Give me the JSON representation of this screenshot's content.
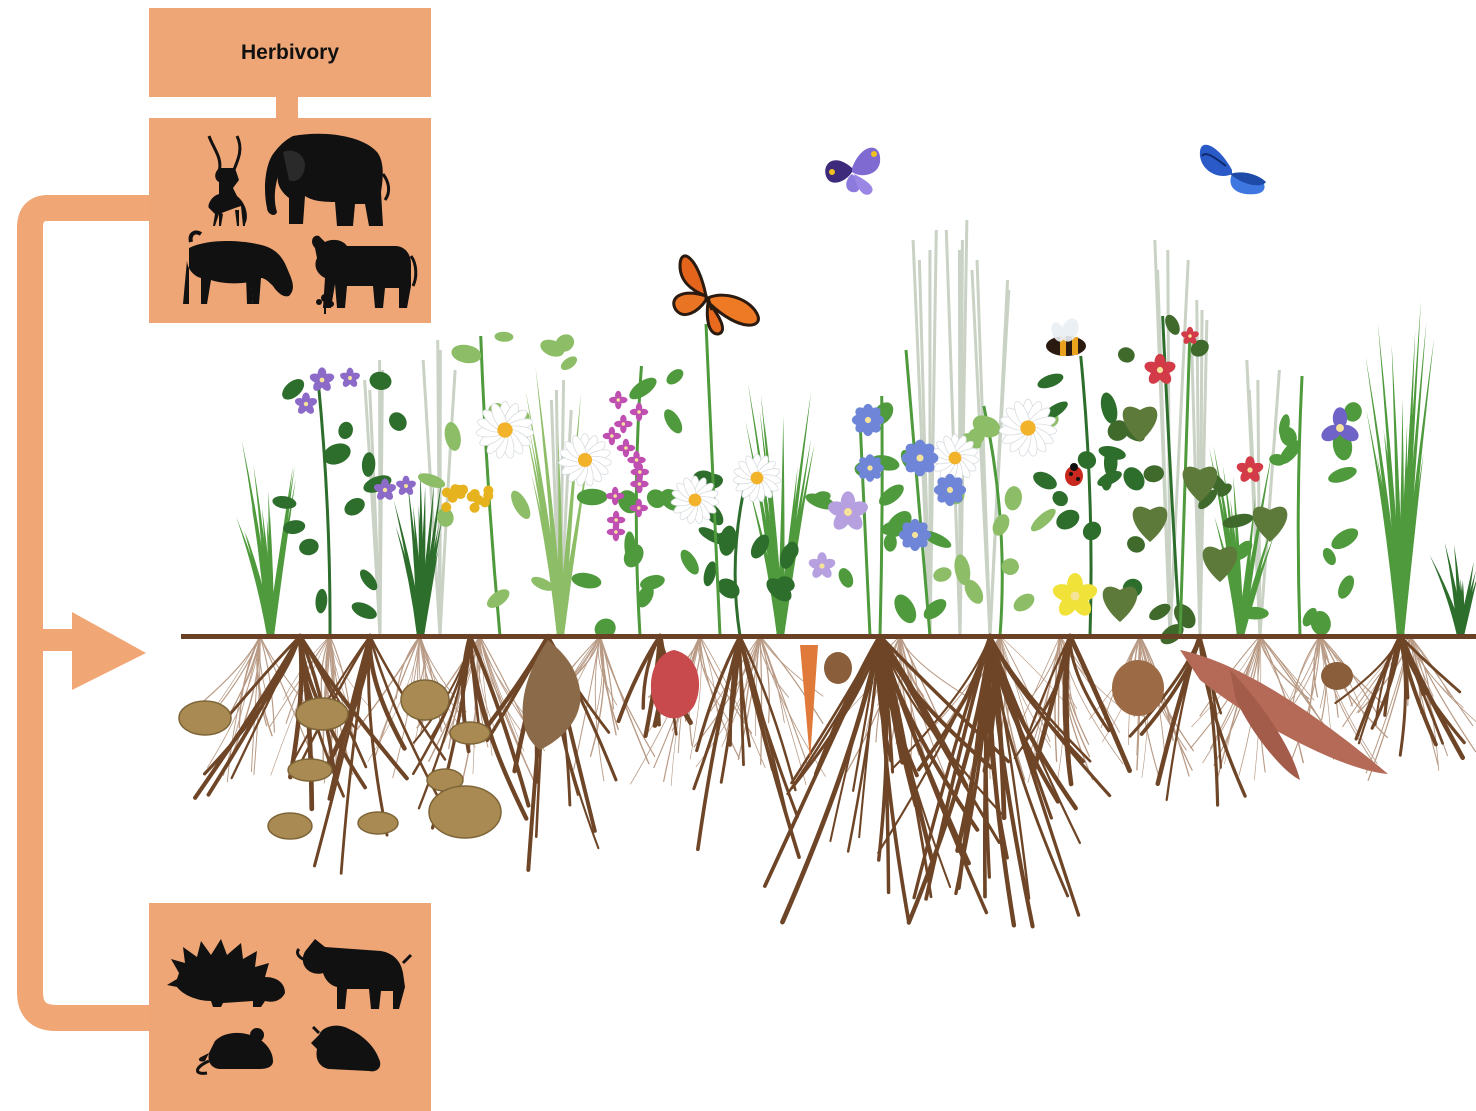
{
  "colors": {
    "panel": "#EEA676",
    "arrow": "#F0A775",
    "silhouette": "#111111",
    "soil_line": "#6B4126",
    "root": "#6E4526",
    "root_fine": "#B89A85",
    "tuber": "#A98A52",
    "beet": "#C84A4C",
    "carrot": "#E07A3A",
    "sweet_potato": "#B46A56",
    "leaf_dark": "#2E6E2C",
    "leaf_mid": "#4E9A3C",
    "leaf_light": "#8DBE67",
    "grass_ghost": "#C9D2C4",
    "daisy_center": "#F2B22A",
    "purple_flower": "#8C6AC8",
    "blue_flower": "#6F86D8",
    "pink_flower": "#C04FB2",
    "red_flower": "#D23B47",
    "yellow_flower": "#F1E23A",
    "tansy": "#E6B21E"
  },
  "header": {
    "title": "Herbivory"
  },
  "panels": {
    "aboveground": {
      "icons": [
        "kudu-silhouette",
        "elephant-silhouette",
        "wildebeest-silhouette",
        "cattle-silhouette"
      ]
    },
    "belowground": {
      "icons": [
        "porcupine-silhouette",
        "warthog-silhouette",
        "mouse-silhouette",
        "mole-silhouette"
      ]
    }
  },
  "scene": {
    "insects": [
      "butterfly",
      "butterfly",
      "monarch-butterfly",
      "bumblebee",
      "ladybird"
    ],
    "belowground_organs": [
      "potato-tuber",
      "taproot",
      "beetroot",
      "carrot",
      "bulb",
      "tuber",
      "sweet-potato",
      "bulb"
    ]
  }
}
